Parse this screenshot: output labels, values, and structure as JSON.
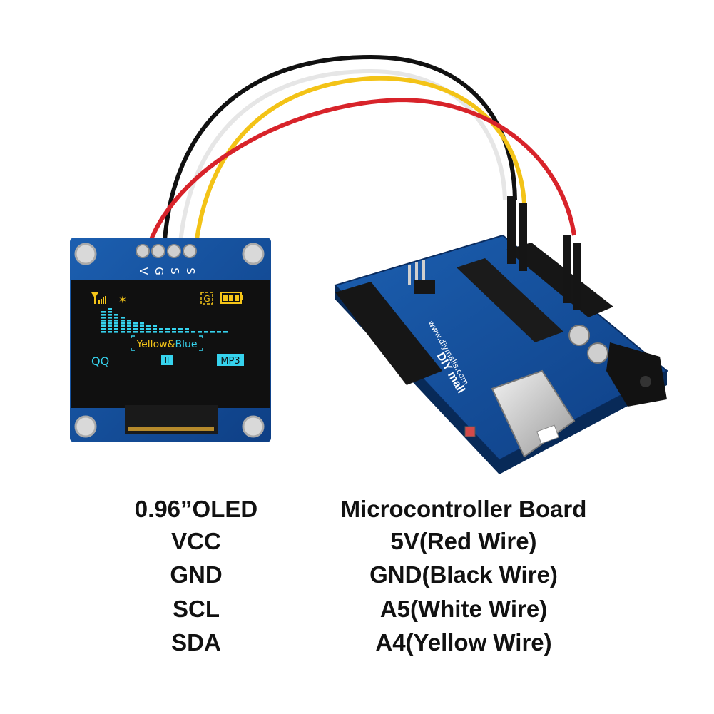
{
  "oled": {
    "pins": [
      "VCC",
      "GND",
      "SCL",
      "SDA"
    ],
    "pin_letters": [
      "V",
      "G",
      "S",
      "S"
    ],
    "screen": {
      "left_label": "QQ",
      "center_label_yellow": "Yellow",
      "center_label_amp": "&",
      "center_label_blue": "Blue",
      "pause_symbol": "II",
      "right_label": "MP3",
      "g_badge": "G",
      "levels": [
        0.9,
        1.0,
        0.85,
        0.7,
        0.6,
        0.5,
        0.42,
        0.35,
        0.3,
        0.28,
        0.25,
        0.22,
        0.2,
        0.18,
        0.17,
        0.16,
        0.15,
        0.15,
        0.14,
        0.14
      ]
    }
  },
  "board": {
    "brand_text": "www.diymalls.com",
    "logo_text": "DIY mall"
  },
  "wires": [
    {
      "name": "red",
      "color": "#d8232a"
    },
    {
      "name": "black",
      "color": "#111111"
    },
    {
      "name": "white",
      "color": "#e6e6e6"
    },
    {
      "name": "yellow",
      "color": "#f3c317"
    }
  ],
  "table": {
    "headers": [
      "0.96”OLED",
      "Microcontroller Board"
    ],
    "rows": [
      [
        "VCC",
        "5V(Red Wire)"
      ],
      [
        "GND",
        "GND(Black Wire)"
      ],
      [
        "SCL",
        "A5(White Wire)"
      ],
      [
        "SDA",
        "A4(Yellow Wire)"
      ]
    ]
  }
}
